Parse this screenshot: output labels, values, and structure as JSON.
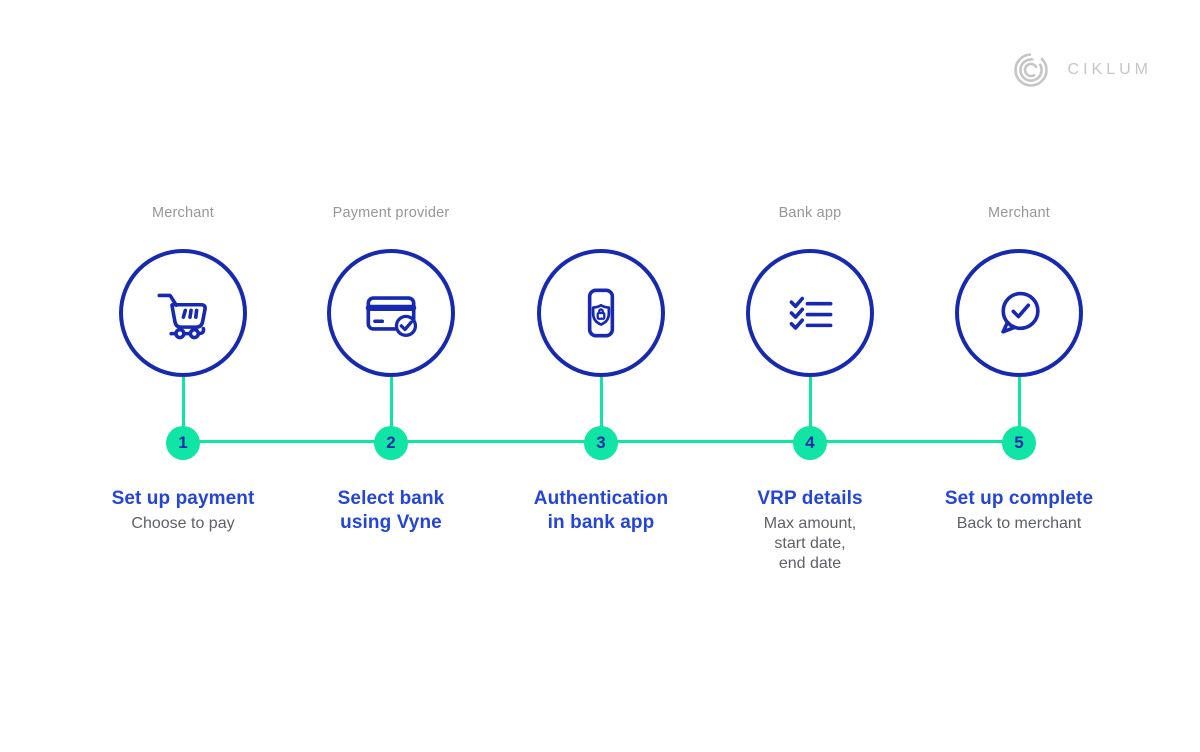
{
  "logo": {
    "text": "CIKLUM",
    "mark": "ciklum-arcs-logo"
  },
  "colors": {
    "icon_blue": "#1729b0",
    "title_blue": "#2445d5",
    "timeline_green": "#10e5a5",
    "number_blue": "#1b2ea8",
    "role_gray": "#97979b",
    "subtitle_gray": "#5e6165",
    "logo_gray": "#c6c6c8",
    "background": "#ffffff"
  },
  "steps": [
    {
      "number": "1",
      "role": "Merchant",
      "icon": "cart-icon",
      "title_lines": [
        "Set up payment"
      ],
      "subtitle_lines": [
        "Choose to pay"
      ]
    },
    {
      "number": "2",
      "role": "Payment provider",
      "icon": "card-check-icon",
      "title_lines": [
        "Select bank",
        "using Vyne"
      ],
      "subtitle_lines": []
    },
    {
      "number": "3",
      "role": "",
      "icon": "phone-shield-icon",
      "title_lines": [
        "Authentication",
        "in bank app"
      ],
      "subtitle_lines": []
    },
    {
      "number": "4",
      "role": "Bank app",
      "icon": "checklist-icon",
      "title_lines": [
        "VRP details"
      ],
      "subtitle_lines": [
        "Max amount,",
        "start date,",
        "end date"
      ]
    },
    {
      "number": "5",
      "role": "Merchant",
      "icon": "speech-check-icon",
      "title_lines": [
        "Set up complete"
      ],
      "subtitle_lines": [
        "Back to merchant"
      ]
    }
  ]
}
